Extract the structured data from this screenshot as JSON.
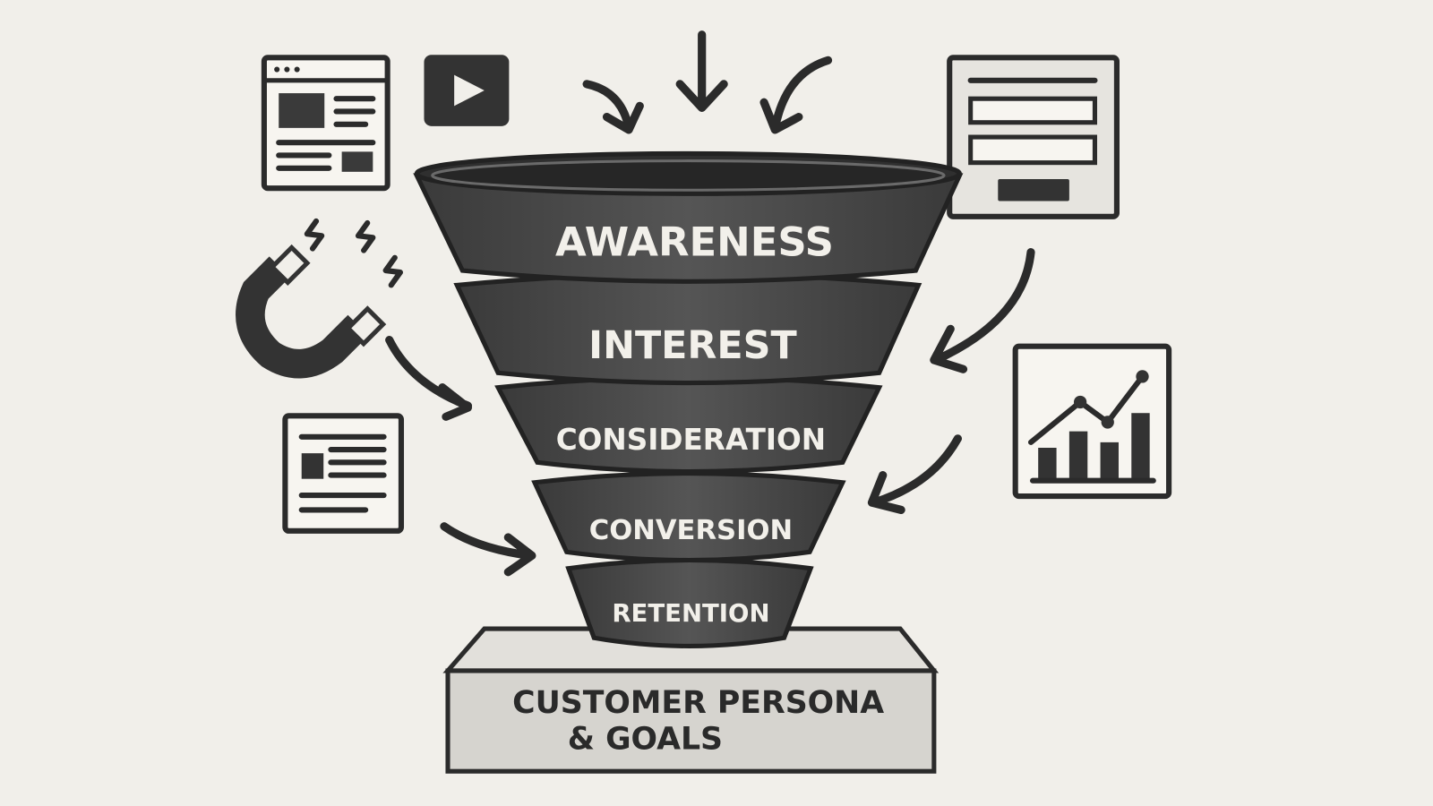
{
  "funnel": {
    "stages": [
      {
        "label": "AWARENESS"
      },
      {
        "label": "INTEREST"
      },
      {
        "label": "CONSIDERATION"
      },
      {
        "label": "CONVERSION"
      },
      {
        "label": "RETENTION"
      }
    ]
  },
  "base": {
    "line1": "CUSTOMER PERSONA",
    "line2": "& GOALS"
  },
  "colors": {
    "background": "#f1efea",
    "funnel": "#4a4a4a",
    "funnel_dark": "#2f2f2f",
    "ink": "#2b2b2b",
    "base": "#d6d4cf"
  }
}
